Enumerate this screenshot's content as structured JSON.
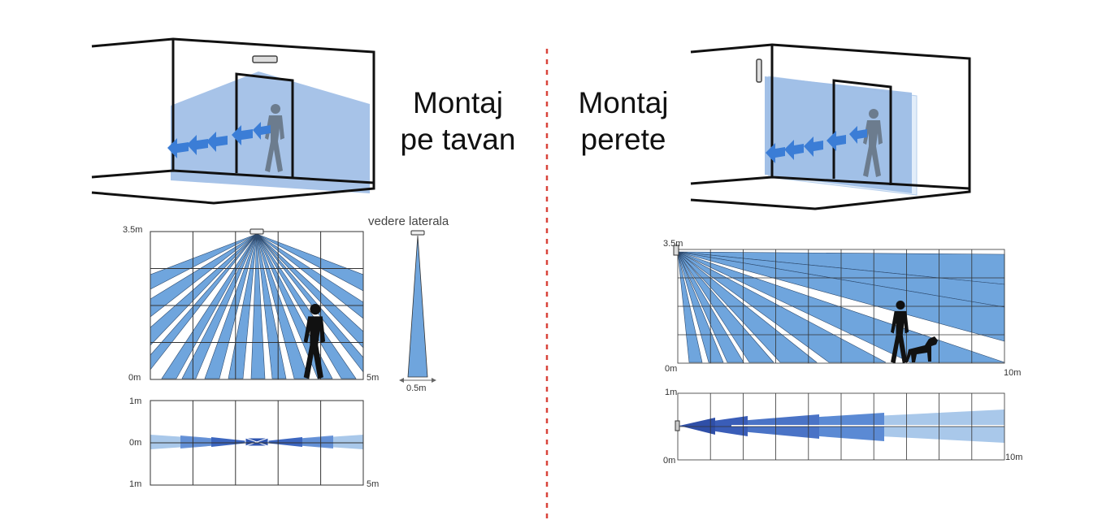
{
  "left": {
    "title_line1": "Montaj",
    "title_line2": "pe tavan",
    "side_view": {
      "height_label": "3.5m",
      "origin_label": "0m",
      "width_label": "5m"
    },
    "lateral_view": {
      "title": "vedere laterala",
      "width_label": "0.5m"
    },
    "top_view": {
      "top_label": "1m",
      "middle_label": "0m",
      "bottom_label": "1m",
      "width_label": "5m"
    }
  },
  "right": {
    "title_line1": "Montaj",
    "title_line2": "perete",
    "side_view": {
      "height_label": "3.5m",
      "origin_label": "0m",
      "width_label": "10m"
    },
    "top_view": {
      "top_label": "1m",
      "origin_label": "0m",
      "width_label": "10m"
    }
  },
  "colors": {
    "beam": "#6fa5dd",
    "beam_light": "#a9c8ea",
    "arrow": "#2f6fc6",
    "arrow_dark": "#3a5db8",
    "divider": "#d9443b",
    "line": "#111111"
  }
}
